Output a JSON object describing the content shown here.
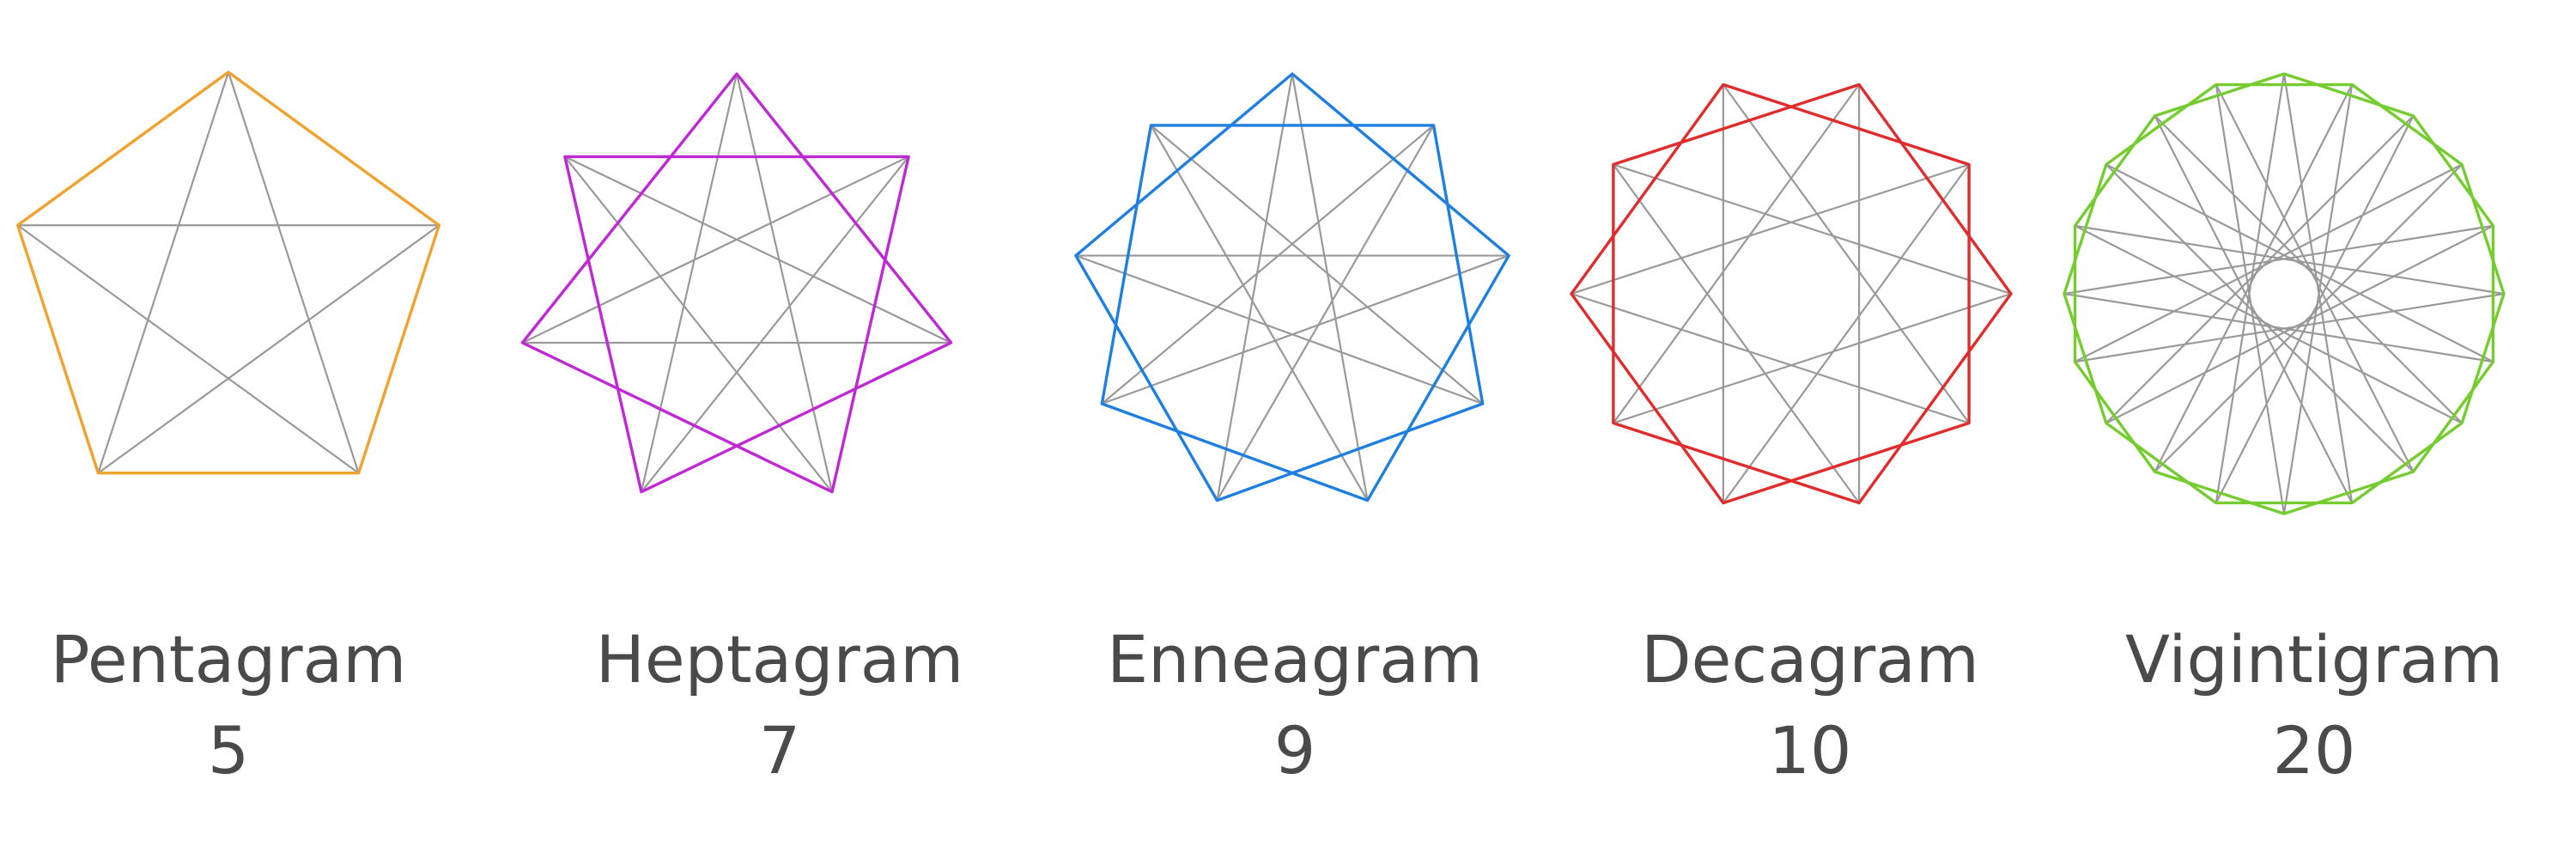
{
  "figures": [
    {
      "name": "Pentagram",
      "count": "5",
      "color": "#f0a22e"
    },
    {
      "name": "Heptagram",
      "count": "7",
      "color": "#c028d6"
    },
    {
      "name": "Enneagram",
      "count": "9",
      "color": "#1e7fe0"
    },
    {
      "name": "Decagram",
      "count": "10",
      "color": "#e02c2c"
    },
    {
      "name": "Vigintigram",
      "count": "20",
      "color": "#74cc2e"
    }
  ],
  "chord_color": "#999999"
}
